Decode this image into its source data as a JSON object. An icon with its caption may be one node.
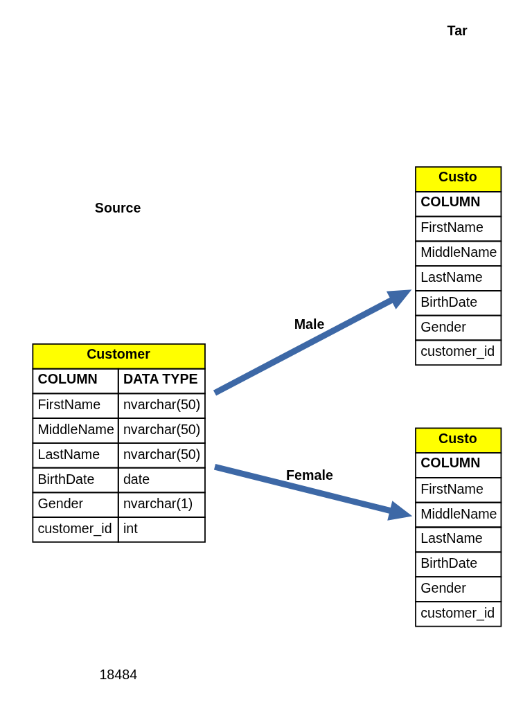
{
  "diagram": {
    "nodes": [
      {
        "text": [
          "Customer",
          "COLUMN",
          "DATA TYPE",
          "FirstName",
          "nvarchar(50)",
          "MiddleName",
          "nvarchar(50)",
          "LastName",
          "nvarchar(50)",
          "BirthDate",
          "date",
          "Gender",
          "nvarchar(1)",
          "customer_id",
          "int"
        ]
      },
      {
        "text": [
          "Custo",
          "COLUMN",
          "FirstName",
          "MiddleName",
          "LastName",
          "BirthDate",
          "Gender",
          "customer_id"
        ]
      },
      {
        "text": [
          "Custo",
          "COLUMN",
          "FirstName",
          "MiddleName",
          "LastName",
          "BirthDate",
          "Gender",
          "customer_id"
        ]
      }
    ],
    "edges": [
      {
        "from": 0,
        "to": 1,
        "arrow": "to",
        "label": "Male"
      },
      {
        "from": 0,
        "to": 2,
        "arrow": "to",
        "label": "Female"
      }
    ],
    "labels": [
      "Tar",
      "Source",
      "18484"
    ]
  }
}
